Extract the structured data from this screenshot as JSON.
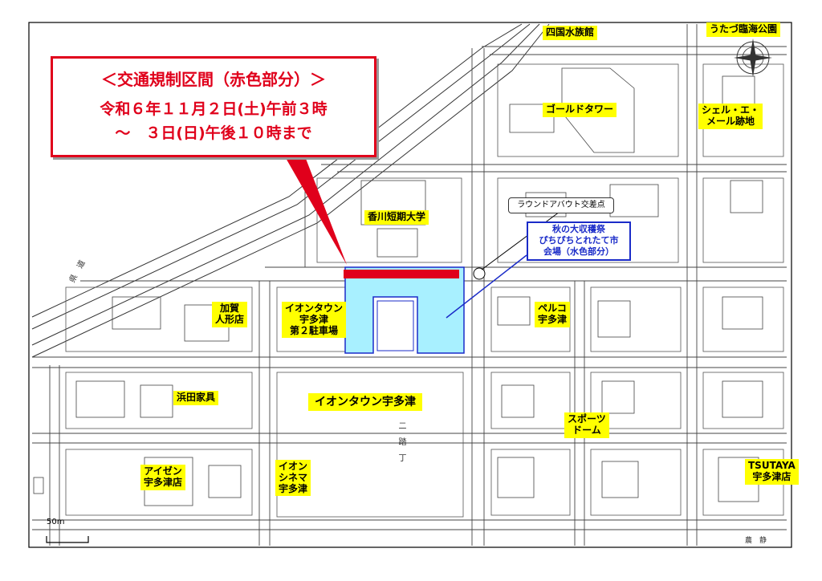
{
  "notice": {
    "title": "＜交通規制区間（赤色部分）＞",
    "line1": "令和６年１１月２日(土)午前３時",
    "line2": "～　３日(日)午後１０時まで"
  },
  "callouts": {
    "roundabout": "ラウンドアバウト交差点",
    "festival": "秋の大収穫祭\nぴちぴちとれたて市\n会場（水色部分）"
  },
  "labels": {
    "aquarium": "四国水族館",
    "park": "うたづ臨海公園",
    "gold_tower": "ゴールドタワー",
    "shell_mail": "シェル・エ・\nメール跡地",
    "college": "香川短期大学",
    "kaga": "加賀\n人形店",
    "aeon_parking": "イオンタウン\n宇多津\n第２駐車場",
    "peruko": "ペルコ\n宇多津",
    "hamada": "浜田家具",
    "aeon_town": "イオンタウン宇多津",
    "sports_dome": "スポーツ\nドーム",
    "aizen": "アイゼン\n宇多津店",
    "aeon_cinema": "イオン\nシネマ\n宇多津",
    "tsutaya": "TSUTAYA\n宇多津店"
  },
  "map_text": {
    "scale": "50m",
    "corner": "農　静",
    "road_a": "二　踏　丁",
    "road_b": "県　道"
  },
  "colors": {
    "restriction": "#e0001b",
    "venue": "#a8f0ff",
    "venue_border": "#1a2bc8",
    "label_bg": "#ffff00"
  }
}
